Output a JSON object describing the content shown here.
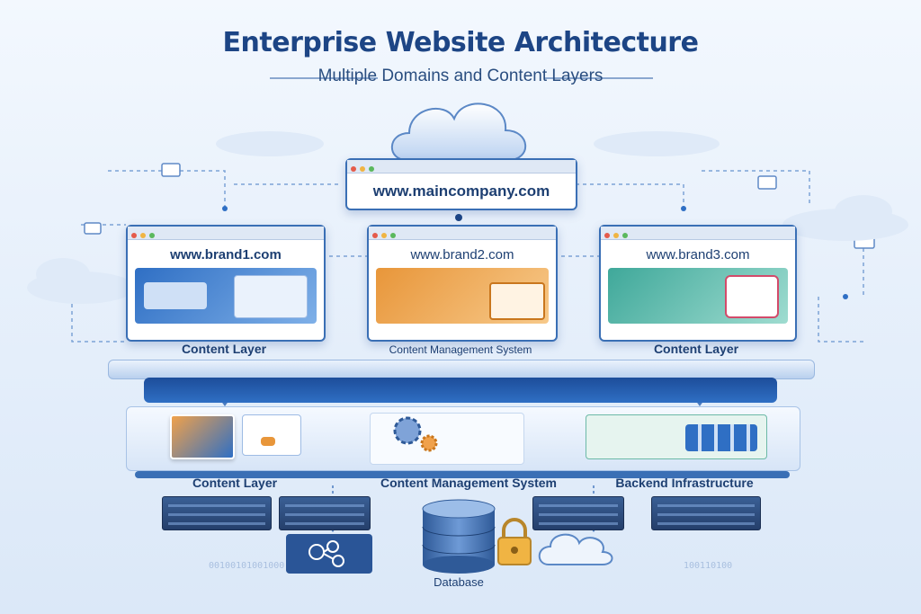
{
  "header": {
    "title": "Enterprise Website Architecture",
    "subtitle": "Multiple Domains and Content Layers"
  },
  "main_site": {
    "url": "www.maincompany.com"
  },
  "sites": [
    {
      "url": "www.brand1.com",
      "caption": "Content Layer",
      "accent": "#2f6fc4"
    },
    {
      "url": "www.brand2.com",
      "caption": "Content Management System",
      "accent": "#e8963a"
    },
    {
      "url": "www.brand3.com",
      "caption": "Content Layer",
      "accent": "#3fa89a"
    }
  ],
  "middle_layer": {
    "labels": [
      "Content Layer",
      "Content Management System",
      "Backend Infrastructure"
    ]
  },
  "bottom_layer": {
    "database_label": "Database"
  },
  "icons": [
    "cloud-icon",
    "image-icon",
    "video-icon",
    "gear-icon",
    "cart-icon",
    "spreadsheet-icon",
    "database-icon",
    "lock-icon",
    "network-icon"
  ],
  "colors": {
    "primary": "#1d4585",
    "blue": "#2f6fc4",
    "orange": "#e8963a",
    "teal": "#3fa89a"
  },
  "binary": {
    "left": "00100101001000",
    "right": "100110100"
  }
}
